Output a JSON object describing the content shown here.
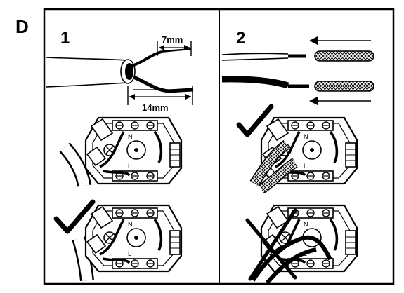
{
  "figure": {
    "section_letter": "D",
    "panels": [
      {
        "number": "1",
        "strip_short": "7mm",
        "strip_long": "14mm"
      },
      {
        "number": "2"
      }
    ]
  },
  "colors": {
    "ink": "#000000",
    "paper": "#ffffff"
  }
}
